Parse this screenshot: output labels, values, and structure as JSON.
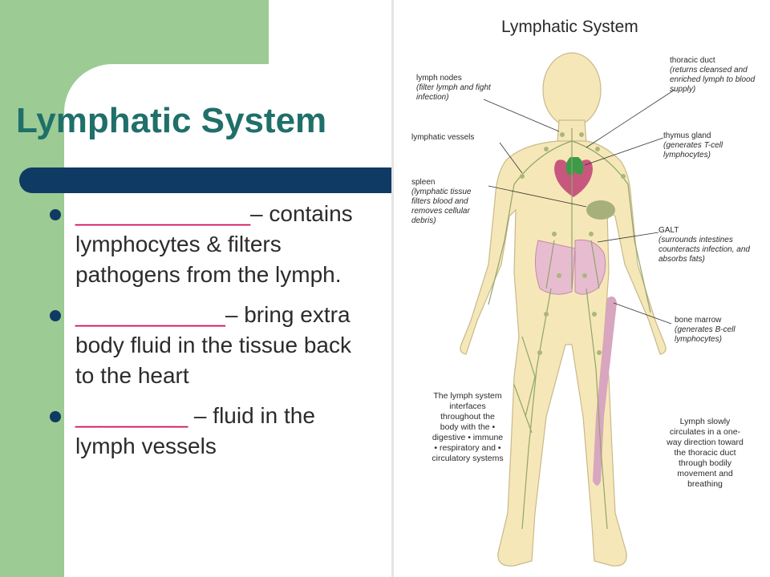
{
  "slide": {
    "title": "Lymphatic System",
    "bullets": [
      {
        "blank": "______________",
        "text": "– contains lymphocytes & filters pathogens from the lymph."
      },
      {
        "blank": "____________",
        "text": "– bring extra body fluid in the tissue back to the heart"
      },
      {
        "blank": "_________",
        "text": " – fluid in the lymph vessels"
      }
    ]
  },
  "figure": {
    "title": "Lymphatic System",
    "labels": {
      "lymph_nodes": "lymph nodes",
      "lymph_nodes_sub": "(filter lymph and fight infection)",
      "lymphatic_vessels": "lymphatic vessels",
      "spleen": "spleen",
      "spleen_sub": "(lymphatic tissue filters blood and removes cellular debris)",
      "thoracic_duct": "thoracic duct",
      "thoracic_duct_sub": "(returns cleansed and enriched lymph to blood supply)",
      "thymus": "thymus gland",
      "thymus_sub": "(generates T-cell lymphocytes)",
      "galt": "GALT",
      "galt_sub": "(surrounds intestines counteracts infection, and absorbs fats)",
      "bone_marrow": "bone marrow",
      "bone_marrow_sub": "(generates B-cell lymphocytes)"
    },
    "note_left": "The lymph system interfaces throughout the body with the • digestive • immune • respiratory and • circulatory systems",
    "note_right": "Lymph slowly circulates in a one-way direction toward the thoracic duct through bodily movement and breathing"
  }
}
